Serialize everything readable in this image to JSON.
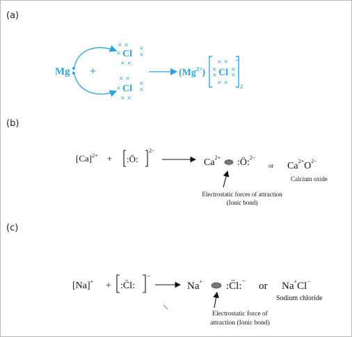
{
  "part_a": {
    "label": "(a)",
    "mg": "Mg",
    "plus": "+",
    "cl_top": "Cl",
    "cl_bottom": "Cl",
    "product_ion": "(Mg",
    "product_charge": "2+",
    "product_close": ")",
    "product_cl": "Cl",
    "cl_charge": "−",
    "subscript": "2"
  },
  "part_b": {
    "label": "(b)",
    "ca_ion": "[Ca]",
    "ca_charge": "2+",
    "plus": "+",
    "o_atom": ":Ö:",
    "o_charge": "2−",
    "product_ca": "Ca",
    "product_ca_charge": "2+",
    "product_o": ":Ö:",
    "product_o_charge": "2−",
    "or": "or",
    "formula_ca": "Ca",
    "formula_ca_charge": "2+",
    "formula_o": "O",
    "formula_o_charge": "2−",
    "name": "Calcium oxide",
    "note_line1": "Electrostatic forces of attraction",
    "note_line2": "(Ionic bond)"
  },
  "part_c": {
    "label": "(c)",
    "na_ion": "[Na]",
    "na_charge": "+",
    "plus": "+",
    "cl_atom": ":C̈l:",
    "cl_charge": "−",
    "product_na": "Na",
    "product_na_charge": "+",
    "product_cl": ":C̈l:",
    "product_cl_charge": "−",
    "or": "or",
    "formula_na": "Na",
    "formula_na_charge": "+",
    "formula_cl": "Cl",
    "formula_cl_charge": "−",
    "name": "Sodium chloride",
    "note_line1": "Electrostatic force of",
    "note_line2": "attraction (Ionic bond)"
  },
  "colors": {
    "accent": "#2aa4e0",
    "ink": "#111111"
  }
}
